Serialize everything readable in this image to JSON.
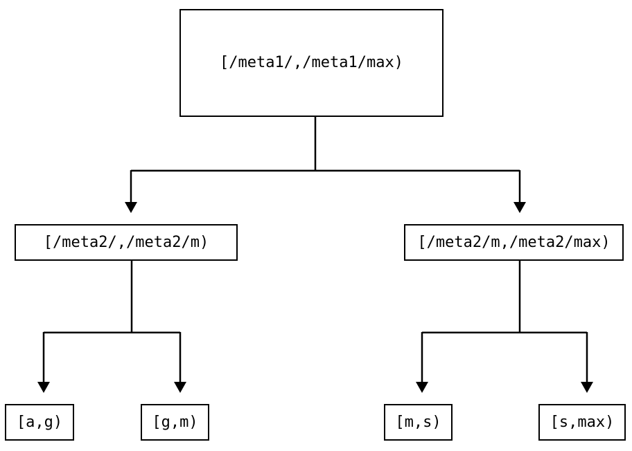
{
  "diagram": {
    "type": "tree",
    "colors": {
      "background": "#ffffff",
      "line": "#000000",
      "box_border": "#000000",
      "text": "#000000"
    },
    "nodes": {
      "root": {
        "label": "[/meta1/,/meta1/max)"
      },
      "left_mid": {
        "label": "[/meta2/,/meta2/m)"
      },
      "right_mid": {
        "label": "[/meta2/m,/meta2/max)"
      },
      "leaf_ag": {
        "label": "[a,g)"
      },
      "leaf_gm": {
        "label": "[g,m)"
      },
      "leaf_ms": {
        "label": "[m,s)"
      },
      "leaf_smax": {
        "label": "[s,max)"
      }
    },
    "edges": [
      {
        "from": "root",
        "to": "left_mid"
      },
      {
        "from": "root",
        "to": "right_mid"
      },
      {
        "from": "left_mid",
        "to": "leaf_ag"
      },
      {
        "from": "left_mid",
        "to": "leaf_gm"
      },
      {
        "from": "right_mid",
        "to": "leaf_ms"
      },
      {
        "from": "right_mid",
        "to": "leaf_smax"
      }
    ]
  }
}
